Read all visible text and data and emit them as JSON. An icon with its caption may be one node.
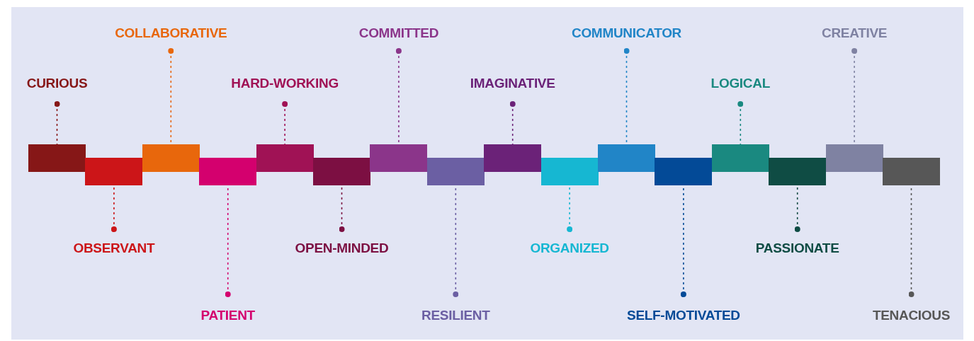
{
  "diagram": {
    "nodes": [
      {
        "text": [
          "CURIOUS"
        ]
      },
      {
        "text": [
          "OBSERVANT"
        ]
      },
      {
        "text": [
          "COLLABORATIVE"
        ]
      },
      {
        "text": [
          "PATIENT"
        ]
      },
      {
        "text": [
          "HARD-WORKING"
        ]
      },
      {
        "text": [
          "OPEN-MINDED"
        ]
      },
      {
        "text": [
          "COMMITTED"
        ]
      },
      {
        "text": [
          "RESILIENT"
        ]
      },
      {
        "text": [
          "IMAGINATIVE"
        ]
      },
      {
        "text": [
          "ORGANIZED"
        ]
      },
      {
        "text": [
          "COMMUNICATOR"
        ]
      },
      {
        "text": [
          "SELF-MOTIVATED"
        ]
      },
      {
        "text": [
          "LOGICAL"
        ]
      },
      {
        "text": [
          "PASSIONATE"
        ]
      },
      {
        "text": [
          "CREATIVE"
        ]
      },
      {
        "text": [
          "TENACIOUS"
        ]
      },
      {
        "text": [],
        "shape": "box"
      },
      {
        "text": [],
        "shape": "box"
      },
      {
        "text": [],
        "shape": "box"
      },
      {
        "text": [],
        "shape": "box"
      },
      {
        "text": [],
        "shape": "box"
      },
      {
        "text": [],
        "shape": "box"
      },
      {
        "text": [],
        "shape": "box"
      },
      {
        "text": [],
        "shape": "box"
      },
      {
        "text": [],
        "shape": "box"
      },
      {
        "text": [],
        "shape": "box"
      },
      {
        "text": [],
        "shape": "box"
      },
      {
        "text": [],
        "shape": "box"
      },
      {
        "text": [],
        "shape": "box"
      },
      {
        "text": [],
        "shape": "box"
      },
      {
        "text": [],
        "shape": "box"
      },
      {
        "text": [],
        "shape": "box"
      }
    ],
    "edges": [
      {
        "from": 0,
        "to": 16,
        "arrow": "other",
        "style": "dashed",
        "color": "#861717"
      },
      {
        "from": 1,
        "to": 17,
        "arrow": "other",
        "style": "dashed",
        "color": "#cc1518"
      },
      {
        "from": 2,
        "to": 18,
        "arrow": "other",
        "style": "dashed",
        "color": "#e8670c"
      },
      {
        "from": 3,
        "to": 19,
        "arrow": "other",
        "style": "dashed",
        "color": "#d4006e"
      },
      {
        "from": 4,
        "to": 20,
        "arrow": "other",
        "style": "dashed",
        "color": "#a01255"
      },
      {
        "from": 5,
        "to": 21,
        "arrow": "other",
        "style": "dashed",
        "color": "#7c0f42"
      },
      {
        "from": 6,
        "to": 22,
        "arrow": "other",
        "style": "dashed",
        "color": "#8b358a"
      },
      {
        "from": 7,
        "to": 23,
        "arrow": "other",
        "style": "dashed",
        "color": "#6b5fa3"
      },
      {
        "from": 8,
        "to": 24,
        "arrow": "other",
        "style": "dashed",
        "color": "#6b2278"
      },
      {
        "from": 9,
        "to": 25,
        "arrow": "other",
        "style": "dashed",
        "color": "#16b7d2"
      },
      {
        "from": 10,
        "to": 26,
        "arrow": "other",
        "style": "dashed",
        "color": "#2185c7"
      },
      {
        "from": 11,
        "to": 27,
        "arrow": "other",
        "style": "dashed",
        "color": "#034a97"
      },
      {
        "from": 12,
        "to": 28,
        "arrow": "other",
        "style": "dashed",
        "color": "#1a8980"
      },
      {
        "from": 13,
        "to": 29,
        "arrow": "other",
        "style": "dashed",
        "color": "#0f4c44"
      },
      {
        "from": 14,
        "to": 30,
        "arrow": "other",
        "style": "dashed",
        "color": "#7f82a2"
      },
      {
        "from": 15,
        "to": 31,
        "arrow": "other",
        "style": "dashed",
        "color": "#575757"
      }
    ]
  }
}
